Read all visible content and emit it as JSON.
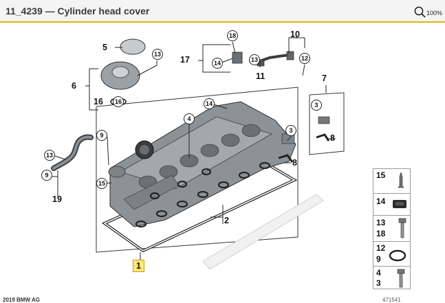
{
  "header": {
    "title": "11_4239 — Cylinder head cover",
    "zoom_label": "100%"
  },
  "callouts": {
    "c18": "18",
    "c14a": "14",
    "c13a": "13",
    "c12": "12",
    "c14b": "14",
    "c4": "4",
    "c3a": "3",
    "c3b": "3",
    "c9a": "9",
    "c13b": "13",
    "c9b": "9",
    "c15": "15",
    "c16": "16",
    "c13c": "13"
  },
  "labels": {
    "l5": "5",
    "l6": "6",
    "l17": "17",
    "l10": "10",
    "l11": "11",
    "l7": "7",
    "l8a": "8",
    "l8b": "8",
    "l16": "16",
    "l19": "19",
    "l2": "2",
    "l1": "1"
  },
  "legend": [
    {
      "top": "15",
      "bottom": ""
    },
    {
      "top": "14",
      "bottom": ""
    },
    {
      "top": "13",
      "bottom": "18"
    },
    {
      "top": "12",
      "bottom": "9"
    },
    {
      "top": "4",
      "bottom": "3"
    }
  ],
  "footer": {
    "left": "2019 BMW AG",
    "right": "471541"
  }
}
